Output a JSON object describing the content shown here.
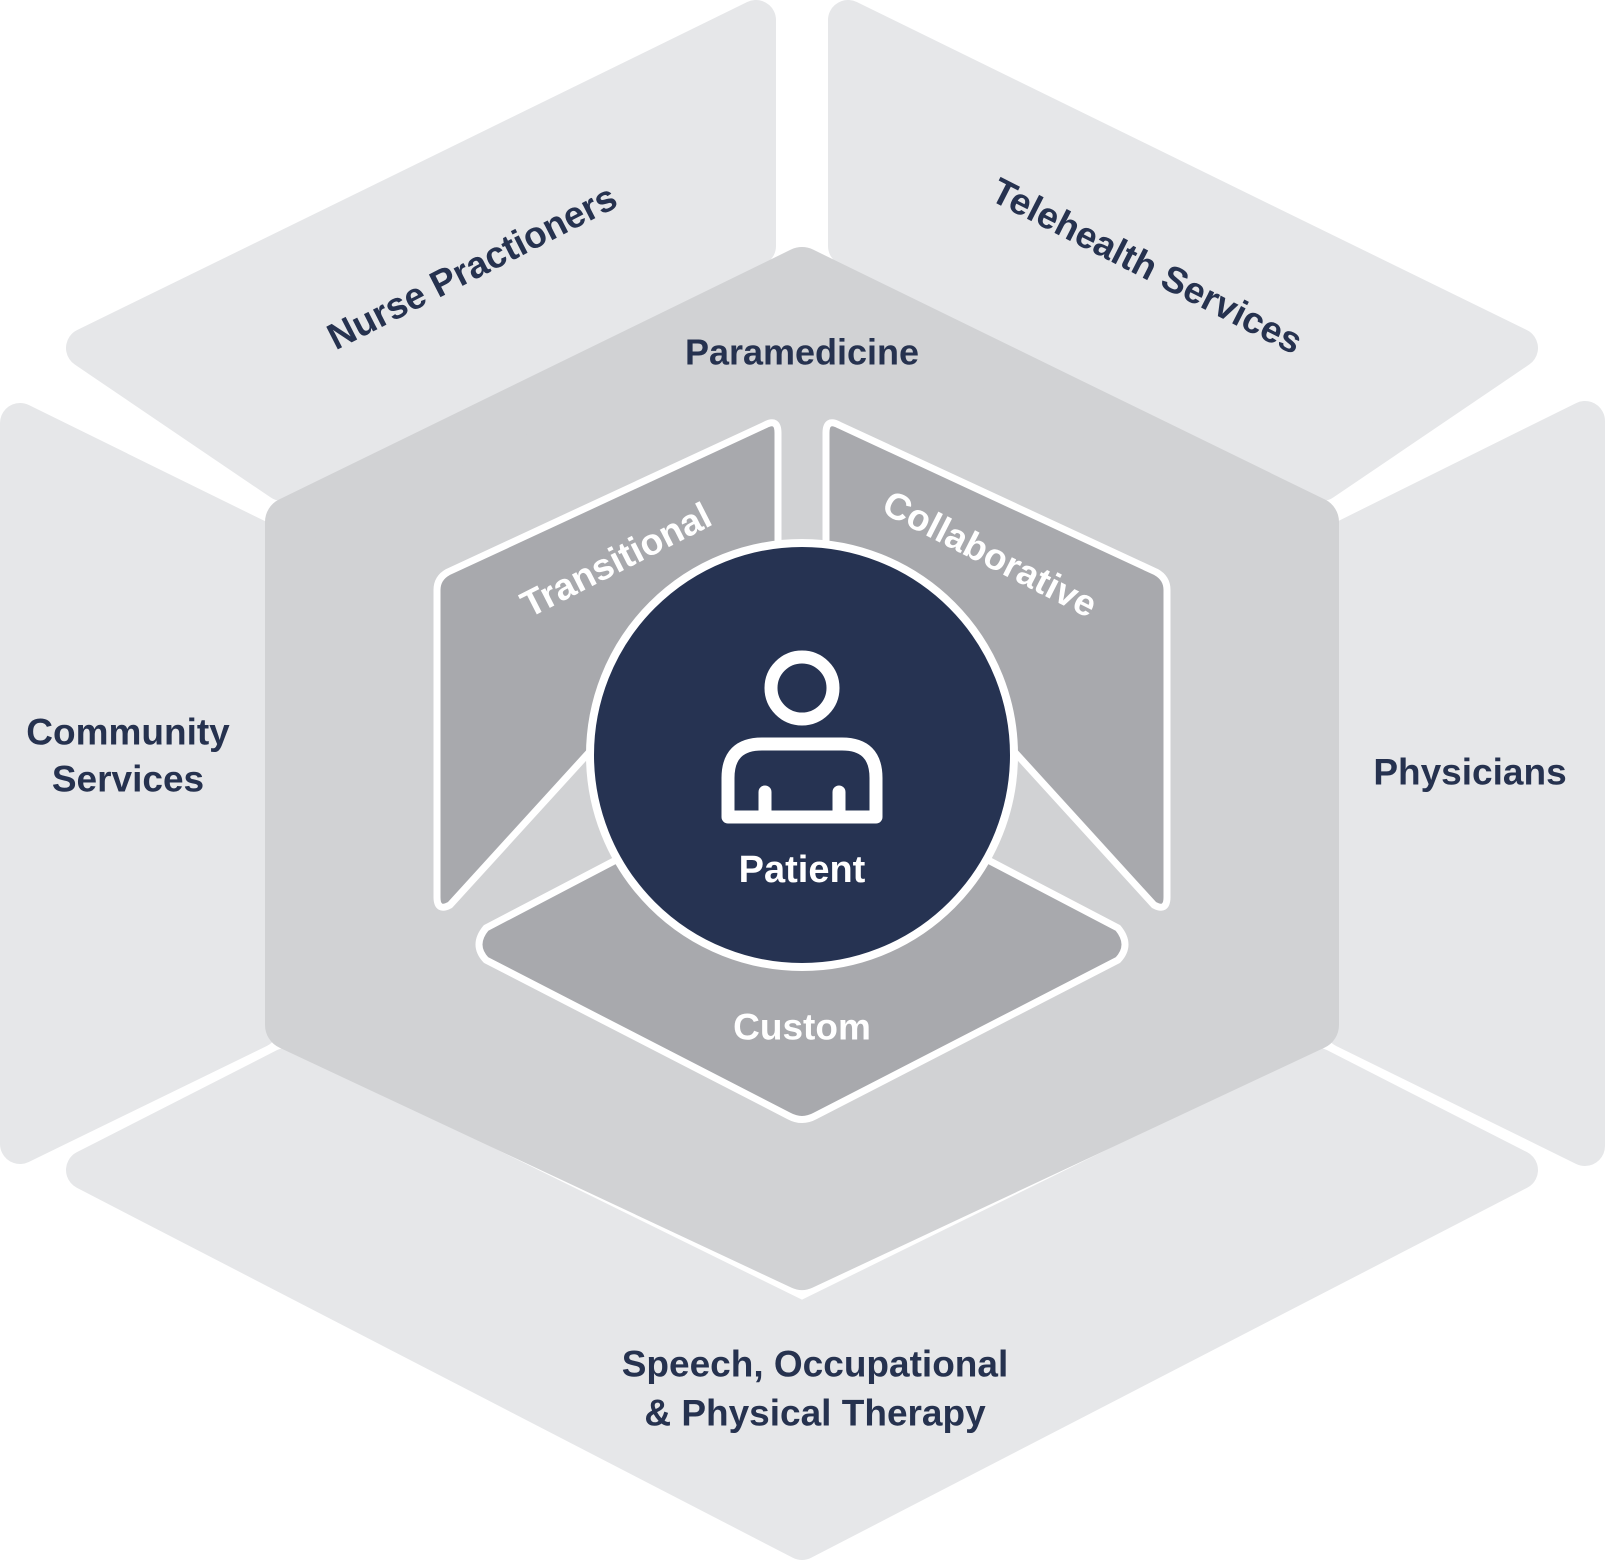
{
  "outer_ring": {
    "nurse_practitioners": "Nurse Practioners",
    "telehealth": "Telehealth Services",
    "community_line1": "Community",
    "community_line2": "Services",
    "physicians": "Physicians",
    "therapy_line1": "Speech, Occupational",
    "therapy_line2": "& Physical Therapy"
  },
  "middle_ring": {
    "paramedicine": "Paramedicine"
  },
  "inner_ring": {
    "transitional": "Transitional",
    "collaborative": "Collaborative",
    "custom": "Custom"
  },
  "center": {
    "label": "Patient",
    "icon": "person-icon"
  },
  "colors": {
    "outer_fill": "#e6e7e9",
    "middle_fill": "#d1d2d4",
    "inner_fill": "#a8a9ad",
    "center_fill": "#263352",
    "text_dark": "#26324f",
    "text_light": "#ffffff"
  }
}
